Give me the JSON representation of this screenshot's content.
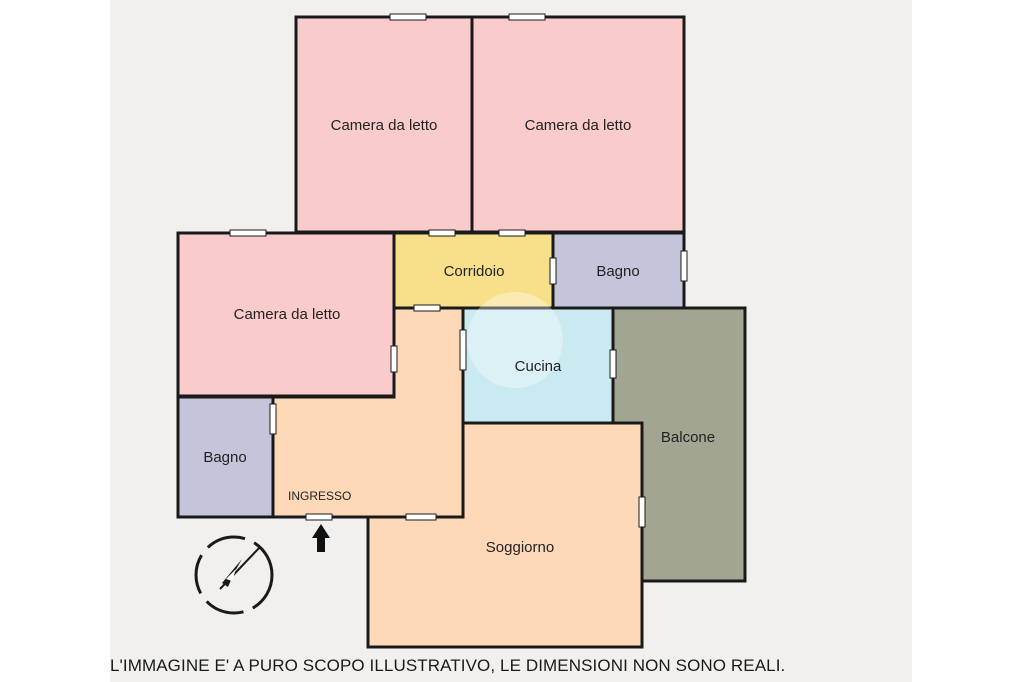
{
  "rooms": [
    {
      "id": "bedroom-1",
      "label": "Camera da letto",
      "color": "#f9cbcb"
    },
    {
      "id": "bedroom-2",
      "label": "Camera da letto",
      "color": "#f9cbcb"
    },
    {
      "id": "bedroom-3",
      "label": "Camera da letto",
      "color": "#f9cbcb"
    },
    {
      "id": "corridor",
      "label": "Corridoio",
      "color": "#f8e08a"
    },
    {
      "id": "bathroom-1",
      "label": "Bagno",
      "color": "#c4c4db"
    },
    {
      "id": "bathroom-2",
      "label": "Bagno",
      "color": "#c4c4db"
    },
    {
      "id": "kitchen",
      "label": "Cucina",
      "color": "#c9eaf0"
    },
    {
      "id": "balcony",
      "label": "Balcone",
      "color": "#a3a593"
    },
    {
      "id": "living-room",
      "label": "Soggiorno",
      "color": "#fdd9b8"
    },
    {
      "id": "entrance",
      "label": "INGRESSO",
      "color": "#fdd9b8"
    }
  ],
  "wall_color": "#1a1a1a",
  "background_color": "#f1f0ee",
  "icons": {
    "entrance_arrow": "arrow-up-icon",
    "compass": "compass-icon"
  },
  "disclaimer": "L'IMMAGINE E' A PURO SCOPO ILLUSTRATIVO, LE DIMENSIONI NON SONO REALI."
}
